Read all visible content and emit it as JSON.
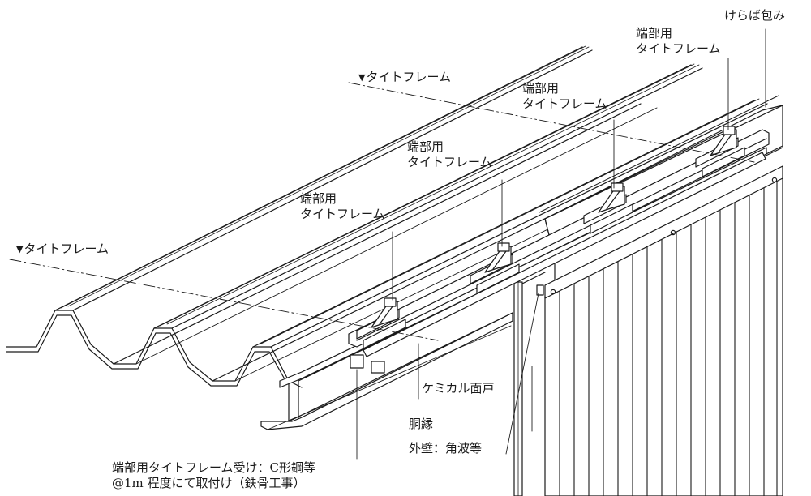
{
  "colors": {
    "ink": "#1a1a1a",
    "paper": "#ffffff",
    "leader": "#222222"
  },
  "labels": {
    "fascia_wrap": "けらば包み",
    "end_frame_1": {
      "line1": "端部用",
      "line2": "タイトフレーム"
    },
    "end_frame_2": {
      "line1": "端部用",
      "line2": "タイトフレーム"
    },
    "end_frame_3": {
      "line1": "端部用",
      "line2": "タイトフレーム"
    },
    "end_frame_4": {
      "line1": "端部用",
      "line2": "タイトフレーム"
    },
    "tight_frame_upper": {
      "marker": "▼",
      "text": "タイトフレーム"
    },
    "tight_frame_lower": {
      "marker": "▼",
      "text": "タイトフレーム"
    },
    "chemical_closure": "ケミカル面戸",
    "girt": "胴縁",
    "exterior_wall": "外壁：角波等",
    "bracket_note": {
      "line1": "端部用タイトフレーム受け：C形鋼等",
      "line2": "@1m 程度にて取付け（鉄骨工事）"
    }
  }
}
